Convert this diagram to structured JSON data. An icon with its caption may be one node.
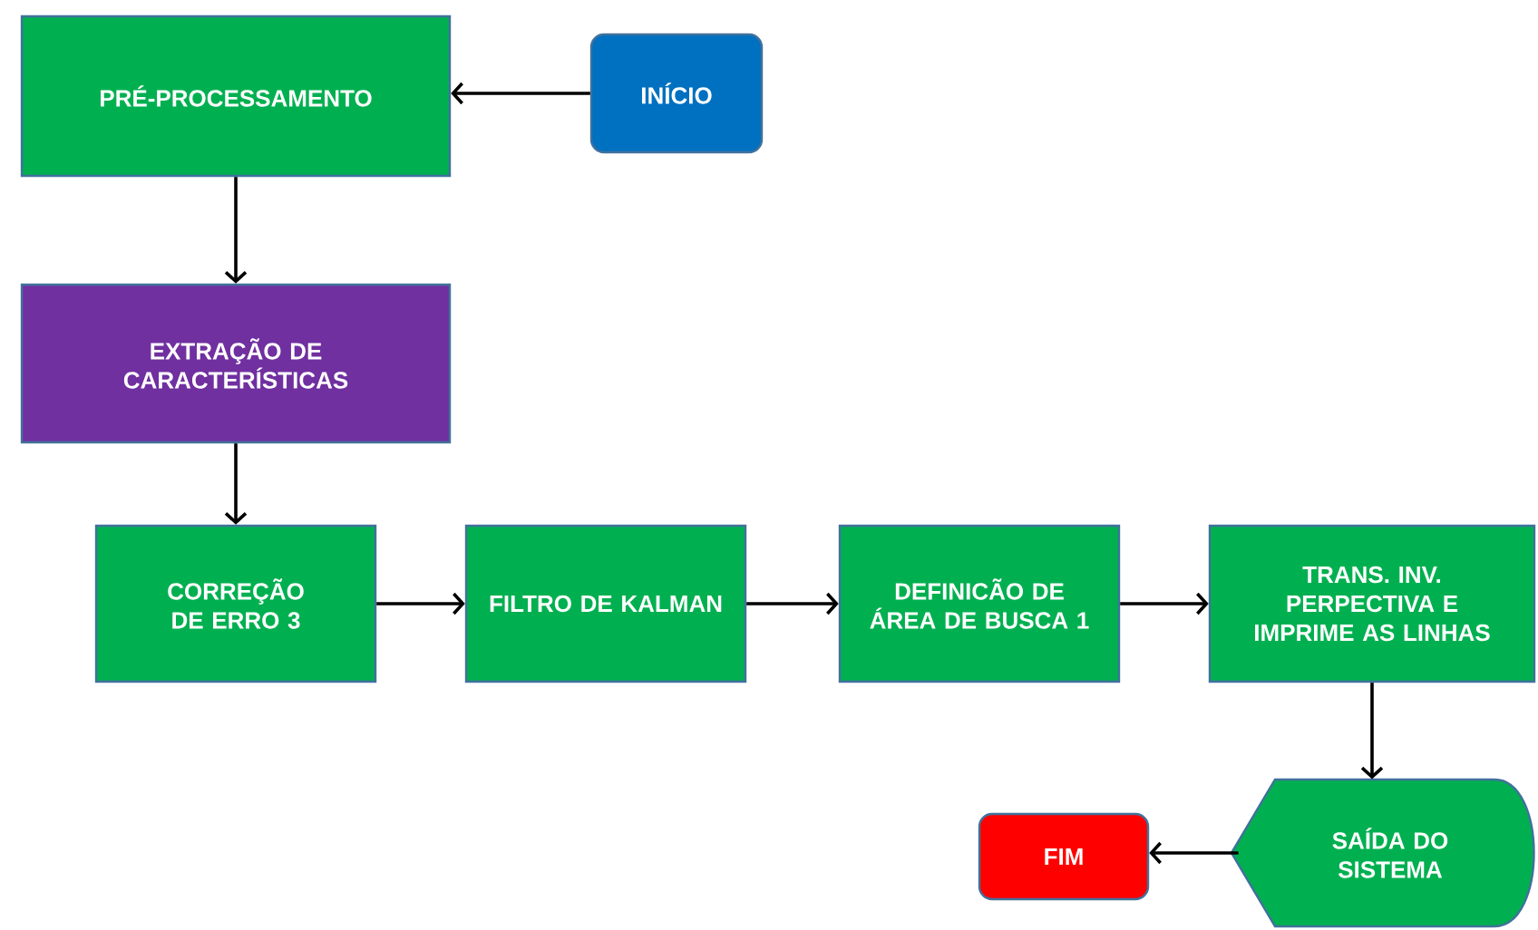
{
  "diagram": {
    "nodes": [
      {
        "text": [
          "PRÉ-PROCESSAMENTO"
        ]
      },
      {
        "text": [
          "INÍCIO"
        ]
      },
      {
        "text": [
          "EXTRAÇÃO DE CARACTERÍSTICAS"
        ]
      },
      {
        "text": [
          "CORREÇÃO DE ERRO 3"
        ]
      },
      {
        "text": [
          "FILTRO DE KALMAN"
        ]
      },
      {
        "text": [
          "DEFINICÃO DE ÁREA DE BUSCA 1"
        ]
      },
      {
        "text": [
          "TRANS. INV. PERPECTIVA E IMPRIME AS LINHAS"
        ]
      },
      {
        "text": [
          "SAÍDA DO SISTEMA"
        ]
      },
      {
        "text": [
          "FIM"
        ]
      }
    ],
    "edges": [
      {
        "from": 1,
        "to": 0,
        "arrow": "to"
      },
      {
        "from": 0,
        "to": 2,
        "arrow": "to"
      },
      {
        "from": 2,
        "to": 3,
        "arrow": "to"
      },
      {
        "from": 3,
        "to": 4,
        "arrow": "to"
      },
      {
        "from": 4,
        "to": 5,
        "arrow": "to"
      },
      {
        "from": 5,
        "to": 6,
        "arrow": "to"
      },
      {
        "from": 6,
        "to": 7,
        "arrow": "to"
      },
      {
        "from": 7,
        "to": 8,
        "arrow": "to"
      }
    ]
  }
}
